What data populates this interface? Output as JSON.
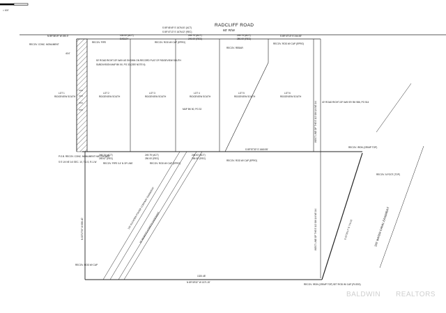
{
  "scale": {
    "label": "= 100'"
  },
  "road": {
    "name": "RADCLIFF ROAD",
    "width": "60' R/W"
  },
  "top_bearings": {
    "left": "N 89°36'19\" W 190.0'",
    "mid_act": "S 89°45'49\" E 1676.00' (ACT)",
    "mid_rec": "S 89°47'13\" E 1676.02' (REC)",
    "right": "S 89°47'13\" E 244.00'"
  },
  "lots": [
    {
      "name": "LOT 1",
      "sub": "RIDGEVIEW SOUTH"
    },
    {
      "name": "LOT 2",
      "sub": "RIDGEVIEW SOUTH"
    },
    {
      "name": "LOT 3",
      "sub": "RIDGEVIEW SOUTH"
    },
    {
      "name": "LOT 4",
      "sub": "RIDGEVIEW SOUTH"
    },
    {
      "name": "LOT 5",
      "sub": "RIDGEVIEW SOUTH"
    },
    {
      "name": "LOT 6",
      "sub": "RIDGEVIEW SOUTH"
    }
  ],
  "lot_top_dims": [
    {
      "act": "105.00' (ACT)",
      "rec": "EASLEY"
    },
    {
      "act": "249.70' (ACT)",
      "rec": "249.00' (REC)"
    },
    {
      "act": "249.73' (ACT)",
      "rec": "250.00' (REC)"
    }
  ],
  "lot_bottom_dims": [
    {
      "act": "248.74' (ACT)",
      "rec": "249.67' (REC)"
    },
    {
      "act": "249.75' (ACT)",
      "rec": "250.00' (REC)"
    },
    {
      "act": "248.63' (ACT)",
      "rec": "248.00' (REC)"
    }
  ],
  "labels": {
    "recov_conc_mon": "RECOV. CONC. MONUMENT",
    "recov_pipe": "RECOV. PIPE",
    "recov_rod_cap": "RECOV. ROD W/ CAP (EPRO)",
    "recov_rebar": "RECOV. REBAR",
    "recov_rod_cap2": "RECOV. ROD W/ CAP (EPRO)",
    "dim_40": "40.0'",
    "row_note": "50' ROAD RIGHT-OF-WAY AS SHOWN ON RECORD PLAT OF RIDGEVIEW SOUTH",
    "row_note2": "SUBDIVISION MAP BK 50, PG 32 (SEE NOTE 6)",
    "map_ref": "MAP BK 50, PG 32",
    "row_right": "40' ROAD RIGHT-OF-WAY BY BK 986, PG 514",
    "west_line_lot": "WEST LINE OF THE E 1/2 SW 1/4 NE 1/4",
    "mid_line": "S 89°57'30\" E 1660.95'",
    "recov_iron_cap": "RECOV. IRON (CRIMP TOP)",
    "pob": "P.O.B. RECOV. CONC. MONUMENT NW CORNER",
    "pob2": "S E 1/4 NE 1/4 SEC. 10, T-2-S, R-1-W",
    "recov_pipe2": "RECOV. PIPE 0.4' N OF LINE",
    "recov_rod_epro": "RECOV. ROD W/ CAP (EPRO)",
    "recov_rod_epro2": "RECOV. ROD W/ CAP (EPRO)",
    "recov_5foot": "RECOV. 5-FOOT (TOP)",
    "left_bearing": "N 00°17'59\" W 656.40'",
    "easement1": "120' ELKHORN POWER COMPANY EASEMENT",
    "easement2": "30' INGRESS-EGRESS EASEMENT",
    "west_line_2": "WEST LINE OF THE E 1/2 SW 1/4 NE 1/4",
    "right_bearing": "S 23°29'17\" E 774.31'",
    "canal": "330' WATER CANAL EASEMENT",
    "bottom_dist": "1320.48'",
    "bottom_bearing": "N 89°49'32\" W 1371.20'",
    "recov_rod_bl": "RECOV. ROD W/ CAP",
    "recov_iron_bottom": "RECOV. IRON (CRIMP TOP)",
    "set_rod": "SET ROD W/ CAP (PLSSS)"
  },
  "watermark": {
    "brand_a": "BALDWIN",
    "brand_b": "REALTORS"
  }
}
